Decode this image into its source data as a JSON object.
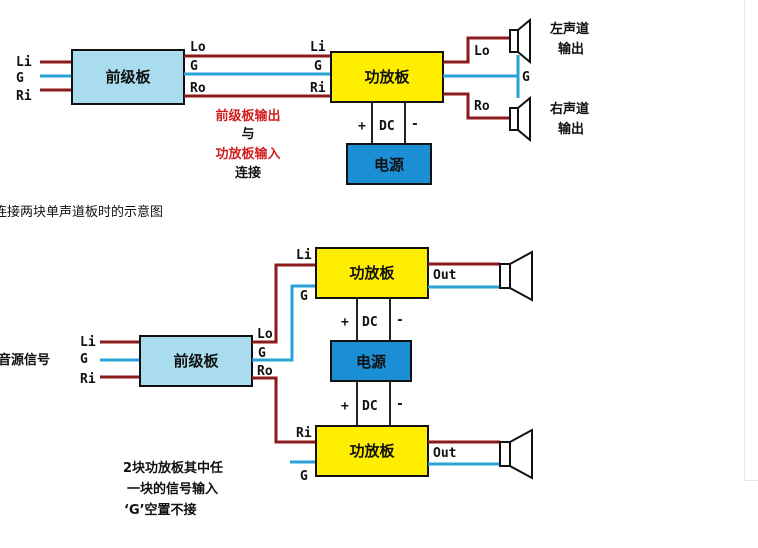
{
  "colors": {
    "signal_wire": "#8b1a1a",
    "ground_wire": "#29a3d6",
    "power_wire": "#222222",
    "preamp_fill": "#a8dcee",
    "amp_fill": "#ffee00",
    "psu_fill": "#1a8fd6",
    "note_red": "#d11f1f"
  },
  "top": {
    "inputs": [
      "Li",
      "G",
      "Ri"
    ],
    "preamp_label": "前级板",
    "preamp_outputs": [
      "Lo",
      "G",
      "Ro"
    ],
    "amp_inputs": [
      "Li",
      "G",
      "Ri"
    ],
    "amp_label": "功放板",
    "amp_outputs": [
      "Lo",
      "G",
      "Ro"
    ],
    "speaker_left": [
      "左声道",
      "输出"
    ],
    "speaker_right": [
      "右声道",
      "输出"
    ],
    "dc": {
      "plus": "+",
      "label": "DC",
      "minus": "-"
    },
    "psu_label": "电源",
    "note": {
      "line1": "前级板输出",
      "line2": "与",
      "line3": "功放板输入",
      "line4": "连接"
    }
  },
  "caption": "连接两块单声道板时的示意图",
  "bottom": {
    "source_label": "音源信号",
    "inputs": [
      "Li",
      "G",
      "Ri"
    ],
    "preamp_label": "前级板",
    "preamp_outputs": [
      "Lo",
      "G",
      "Ro"
    ],
    "amp_upper": {
      "label": "功放板",
      "in1": "Li",
      "in2": "G",
      "out": "Out"
    },
    "amp_lower": {
      "label": "功放板",
      "in1": "Ri",
      "in2": "G",
      "out": "Out"
    },
    "dc_upper": {
      "plus": "+",
      "label": "DC",
      "minus": "-"
    },
    "dc_lower": {
      "plus": "+",
      "label": "DC",
      "minus": "-"
    },
    "psu_label": "电源",
    "note": {
      "line1": "2块功放板其中任",
      "line2": "一块的信号输入",
      "line3": "‘G’空置不接"
    }
  }
}
